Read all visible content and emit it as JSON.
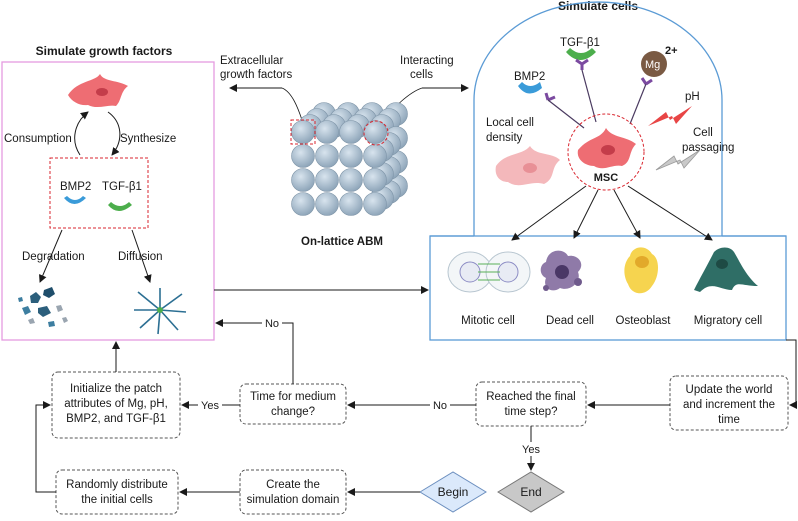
{
  "titles": {
    "growth_factors": "Simulate growth factors",
    "cells": "Simulate cells",
    "abm": "On-lattice ABM"
  },
  "center": {
    "extracellular_line1": "Extracellular",
    "extracellular_line2": "growth factors",
    "interacting_line1": "Interacting",
    "interacting_line2": "cells"
  },
  "growth_panel": {
    "consumption": "Consumption",
    "synthesize": "Synthesize",
    "bmp2": "BMP2",
    "tgf": "TGF-β1",
    "degradation": "Degradation",
    "diffusion": "Diffusion"
  },
  "cells_panel": {
    "tgf": "TGF-β1",
    "mg": "Mg",
    "mg_charge": "2+",
    "bmp2": "BMP2",
    "ph": "pH",
    "local_line1": "Local cell",
    "local_line2": "density",
    "passaging_line1": "Cell",
    "passaging_line2": "passaging",
    "msc": "MSC",
    "outcomes": [
      "Mitotic cell",
      "Dead cell",
      "Osteoblast",
      "Migratory cell"
    ]
  },
  "flow": {
    "init_line1": "Initialize the patch",
    "init_line2": "attributes of Mg, pH,",
    "init_line3": "BMP2, and TGF-β1",
    "medium_line1": "Time for medium",
    "medium_line2": "change?",
    "final_line1": "Reached the final",
    "final_line2": "time step?",
    "update_line1": "Update the world",
    "update_line2": "and increment the",
    "update_line3": "time",
    "random_line1": "Randomly distribute",
    "random_line2": "the initial cells",
    "create_line1": "Create the",
    "create_line2": "simulation domain",
    "begin": "Begin",
    "end": "End",
    "yes1": "Yes",
    "no1": "No",
    "no2": "No",
    "yes2": "Yes"
  },
  "colors": {
    "growth_border": "#e59be0",
    "cells_border": "#5b9bd5",
    "dashed_red": "#d9262f",
    "cell_pink": "#ee6d73",
    "bmp_blue": "#3a9bd9",
    "tgf_green": "#4cae4c",
    "begin_fill": "#dbe9fb",
    "end_fill": "#c8c8c8",
    "cube": "#a9bccd"
  }
}
